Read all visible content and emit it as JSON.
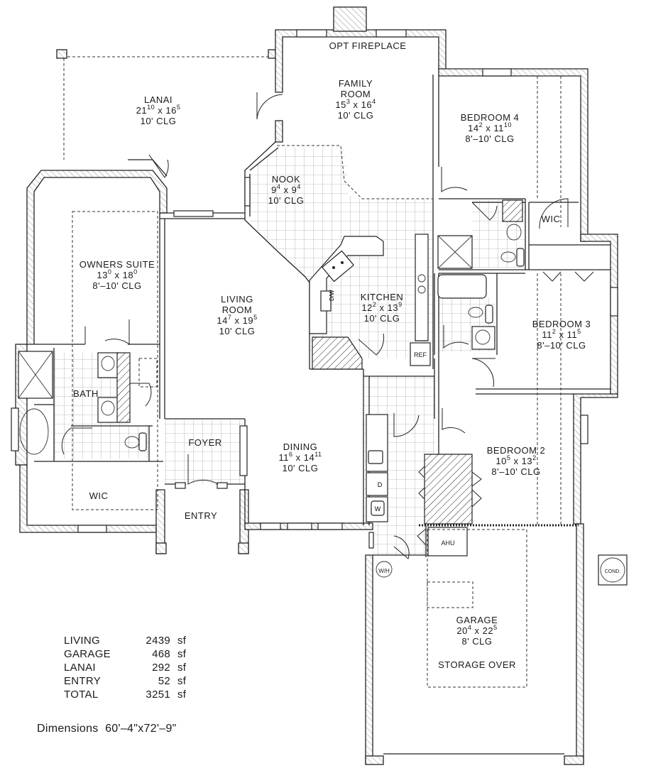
{
  "rooms": {
    "opt_fireplace": {
      "label": "OPT FIREPLACE"
    },
    "lanai": {
      "name": "LANAI",
      "w": "21",
      "w_in": "10",
      "d": "16",
      "d_in": "5",
      "clg": "10' CLG"
    },
    "family": {
      "name1": "FAMILY",
      "name2": "ROOM",
      "w": "15",
      "w_in": "3",
      "d": "16",
      "d_in": "4",
      "clg": "10' CLG"
    },
    "bed4": {
      "name": "BEDROOM 4",
      "w": "14",
      "w_in": "2",
      "d": "11",
      "d_in": "10",
      "clg": "8'–10' CLG"
    },
    "nook": {
      "name": "NOOK",
      "w": "9",
      "w_in": "4",
      "d": "9",
      "d_in": "4",
      "clg": "10' CLG"
    },
    "owners": {
      "name": "OWNERS SUITE",
      "w": "13",
      "w_in": "0",
      "d": "18",
      "d_in": "0",
      "clg": "8'–10' CLG"
    },
    "living": {
      "name1": "LIVING",
      "name2": "ROOM",
      "w": "14",
      "w_in": "7",
      "d": "19",
      "d_in": "5",
      "clg": "10' CLG"
    },
    "kitchen": {
      "name": "KITCHEN",
      "w": "12",
      "w_in": "2",
      "d": "13",
      "d_in": "9",
      "clg": "10' CLG"
    },
    "bed3": {
      "name": "BEDROOM 3",
      "w": "11",
      "w_in": "2",
      "d": "11",
      "d_in": "5",
      "clg": "8'–10' CLG"
    },
    "bath": {
      "name": "BATH"
    },
    "foyer": {
      "name": "FOYER"
    },
    "dining": {
      "name": "DINING",
      "w": "11",
      "w_in": "6",
      "d": "14",
      "d_in": "11",
      "clg": "10' CLG"
    },
    "bed2": {
      "name": "BEDROOM 2",
      "w": "10",
      "w_in": "5",
      "d": "13",
      "d_in": "2",
      "clg": "8'–10' CLG"
    },
    "wic_owner": {
      "name": "WIC"
    },
    "wic_bed4": {
      "name": "WIC"
    },
    "entry": {
      "name": "ENTRY"
    },
    "garage": {
      "name": "GARAGE",
      "w": "20",
      "w_in": "4",
      "d": "22",
      "d_in": "5",
      "clg": "8' CLG",
      "note": "STORAGE OVER"
    }
  },
  "fixtures": {
    "dishwasher": "D/W",
    "refrigerator": "REF",
    "dryer": "D",
    "washer": "W",
    "ahu": "AHU",
    "water_heater": "W/H",
    "condenser": "COND."
  },
  "areas": [
    {
      "label": "LIVING",
      "value": "2439",
      "unit": "sf"
    },
    {
      "label": "GARAGE",
      "value": "468",
      "unit": "sf"
    },
    {
      "label": "LANAI",
      "value": "292",
      "unit": "sf"
    },
    {
      "label": "ENTRY",
      "value": "52",
      "unit": "sf"
    },
    {
      "label": "TOTAL",
      "value": "3251",
      "unit": "sf"
    }
  ],
  "dimensions": {
    "label": "Dimensions",
    "value": "60'–4\"x72'–9\""
  }
}
